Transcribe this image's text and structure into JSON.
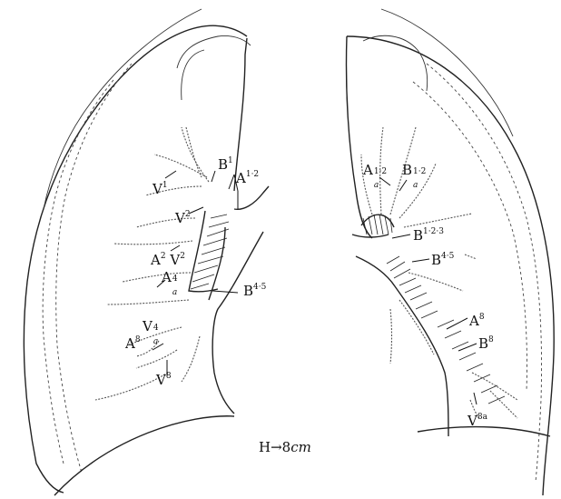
{
  "figure": {
    "caption_prefix": "H→",
    "caption_value": "8",
    "caption_unit": "cm"
  },
  "labels": {
    "B1": {
      "base": "B",
      "sup": "1"
    },
    "A12": {
      "base": "A",
      "sup": "1·2"
    },
    "V1": {
      "base": "V",
      "sup": "1"
    },
    "V2": {
      "base": "V",
      "sup": "2"
    },
    "A2V2": {
      "base": "A",
      "sup": "2",
      "base2": "V",
      "sup2": "2"
    },
    "Aa4": {
      "base": "A",
      "sup": "4",
      "sub": "a"
    },
    "B45_left": {
      "base": "B",
      "sup": "4·5"
    },
    "Va4": {
      "base": "V",
      "sup": "4",
      "sub": "a"
    },
    "A8_left": {
      "base": "A",
      "sup": "8"
    },
    "V8_left": {
      "base": "V",
      "sup": "8"
    },
    "Aa12": {
      "base": "A",
      "sup": "1·2",
      "sub": "a"
    },
    "Ba12": {
      "base": "B",
      "sup": "1·2",
      "sub": "a"
    },
    "B123": {
      "base": "B",
      "sup": "1·2·3"
    },
    "B45_right": {
      "base": "B",
      "sup": "4·5"
    },
    "A8_right": {
      "base": "A",
      "sup": "8"
    },
    "B8": {
      "base": "B",
      "sup": "8"
    },
    "V8_right": {
      "base": "V",
      "sup": "8a"
    }
  }
}
